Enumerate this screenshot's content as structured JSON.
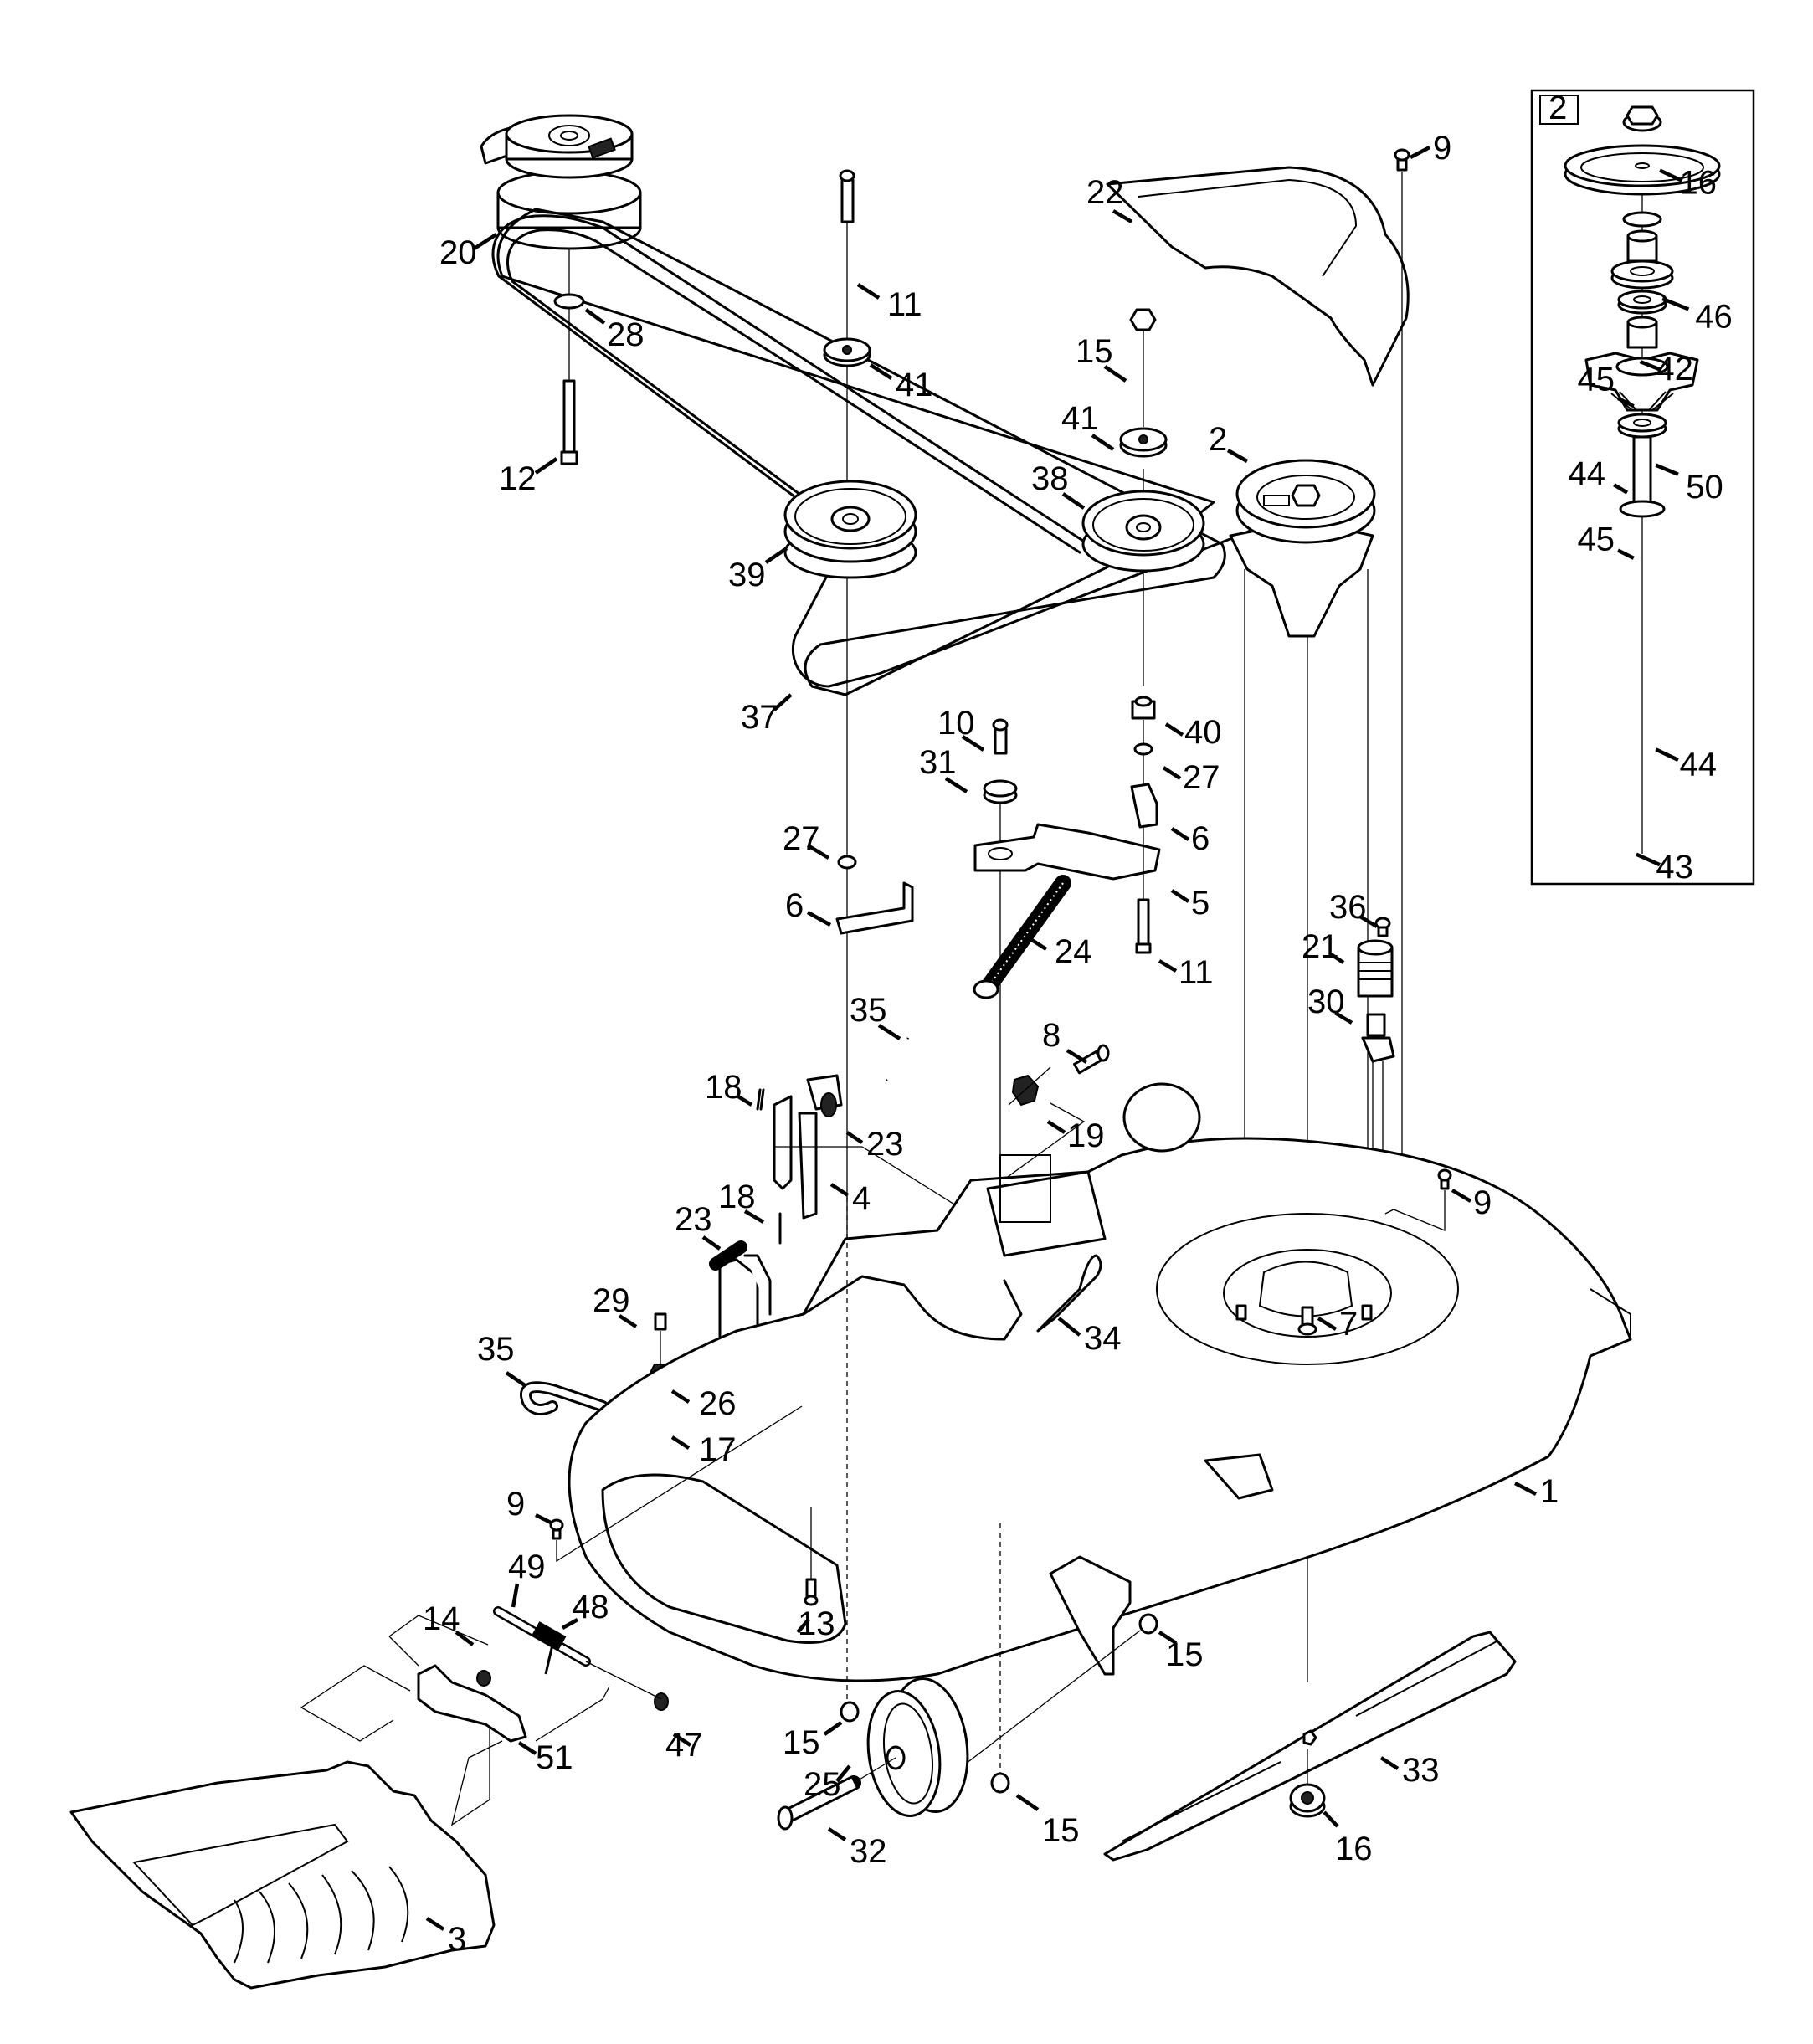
{
  "diagram": {
    "title": "Mower deck parts exploded view",
    "inset": {
      "label": "2",
      "callouts": [
        "16",
        "46",
        "42",
        "45",
        "50",
        "44",
        "45",
        "44",
        "43"
      ]
    },
    "callouts": [
      "20",
      "28",
      "12",
      "11",
      "41",
      "39",
      "37",
      "22",
      "9",
      "15",
      "41",
      "38",
      "2",
      "10",
      "31",
      "40",
      "27",
      "6",
      "5",
      "27",
      "6",
      "24",
      "11",
      "36",
      "21",
      "30",
      "35",
      "8",
      "18",
      "23",
      "19",
      "4",
      "9",
      "18",
      "23",
      "29",
      "35",
      "26",
      "17",
      "34",
      "7",
      "1",
      "9",
      "49",
      "48",
      "13",
      "14",
      "51",
      "47",
      "15",
      "15",
      "25",
      "32",
      "15",
      "33",
      "16",
      "3"
    ]
  }
}
